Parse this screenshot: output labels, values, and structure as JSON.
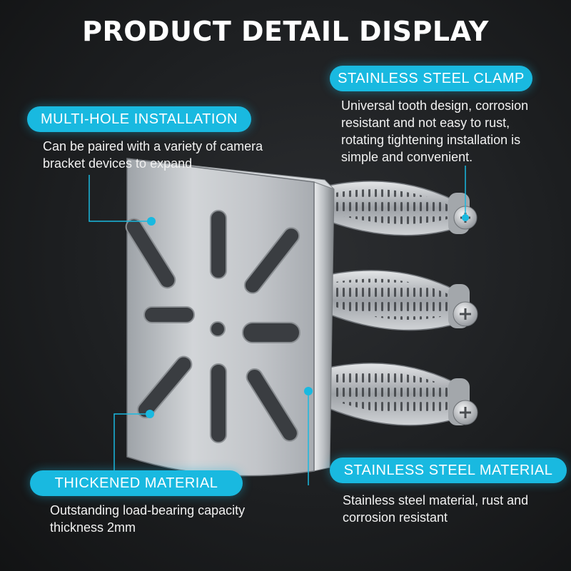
{
  "title": "PRODUCT DETAIL DISPLAY",
  "callouts": {
    "clamp": {
      "label": "STAINLESS STEEL CLAMP",
      "lines": [
        "Universal tooth design, corrosion",
        "resistant and not easy to rust,",
        "rotating tightening installation is",
        "simple and convenient."
      ]
    },
    "holes": {
      "label": "MULTI-HOLE INSTALLATION",
      "lines": [
        "Can be paired with a variety of camera",
        "bracket devices to expand"
      ]
    },
    "thickened": {
      "label": "THICKENED MATERIAL",
      "lines": [
        "Outstanding load-bearing capacity",
        "thickness 2mm"
      ]
    },
    "material": {
      "label": "STAINLESS STEEL MATERIAL",
      "lines": [
        "Stainless steel material, rust and",
        "corrosion resistant"
      ]
    }
  },
  "colors": {
    "accent": "#19b9e0",
    "background": "#1d1f21",
    "text": "#ffffff",
    "steel": "#b8bcc0"
  },
  "icons": [
    "screw-head-icon",
    "hotspot-dot-icon"
  ]
}
